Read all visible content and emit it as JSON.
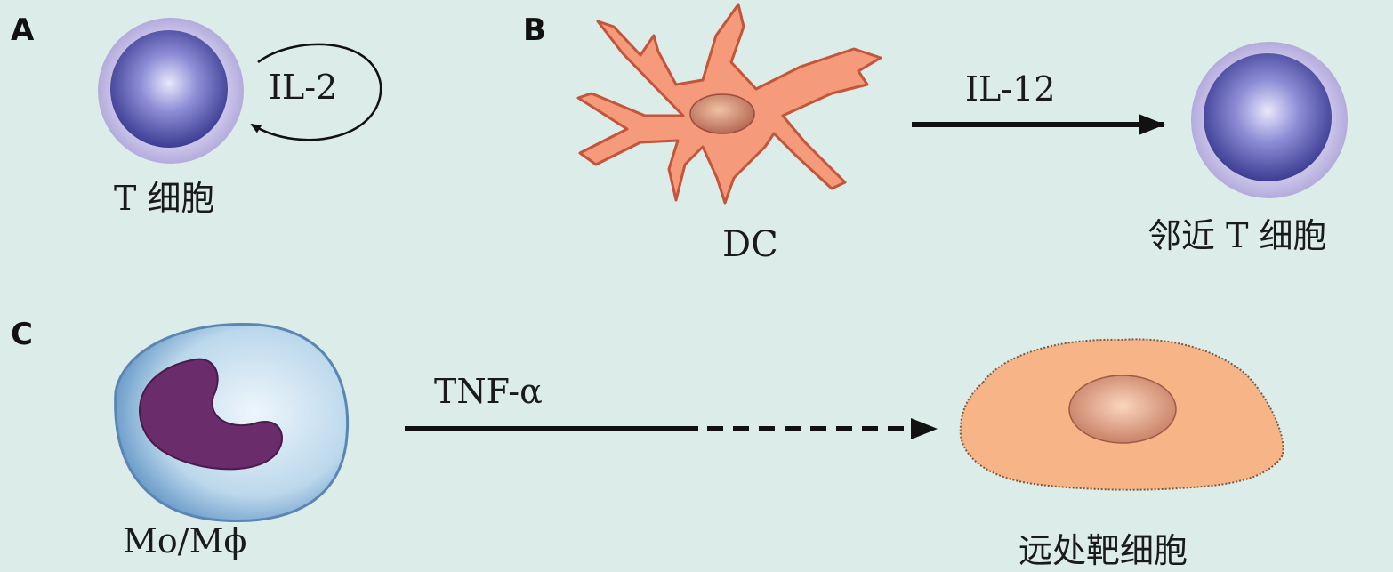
{
  "panels": {
    "a": {
      "letter": "A",
      "cytokine": "IL-2",
      "cell_label": "T 细胞"
    },
    "b": {
      "letter": "B",
      "source_label": "DC",
      "cytokine": "IL-12",
      "target_label": "邻近 T 细胞"
    },
    "c": {
      "letter": "C",
      "source_label": "Mo/Mϕ",
      "cytokine": "TNF-α",
      "target_label": "远处靶细胞"
    }
  },
  "colors": {
    "background": "#dcece9",
    "t_cell": "#5b5bb0",
    "dendritic_cell": "#f59a7a",
    "target_cell": "#f6b487",
    "monocyte_nucleus": "#6a2c6a"
  }
}
